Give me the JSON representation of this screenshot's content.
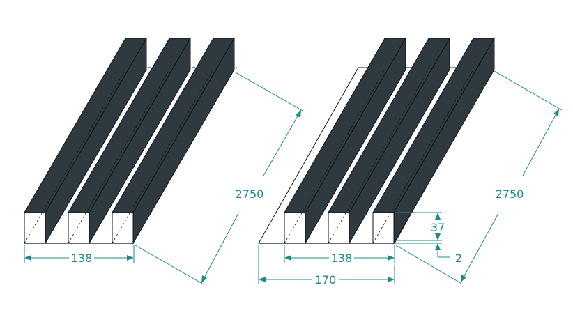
{
  "colors": {
    "profile_fill": "#2f3a40",
    "edge": "#111111",
    "dimension": "#1f8a8a",
    "background": "#ffffff"
  },
  "left_model": {
    "dimension_length": "2750",
    "dimension_width": "138"
  },
  "right_model": {
    "dimension_length": "2750",
    "dimension_width_inner": "138",
    "dimension_width_outer": "170",
    "dimension_height": "37",
    "dimension_thickness": "2"
  }
}
